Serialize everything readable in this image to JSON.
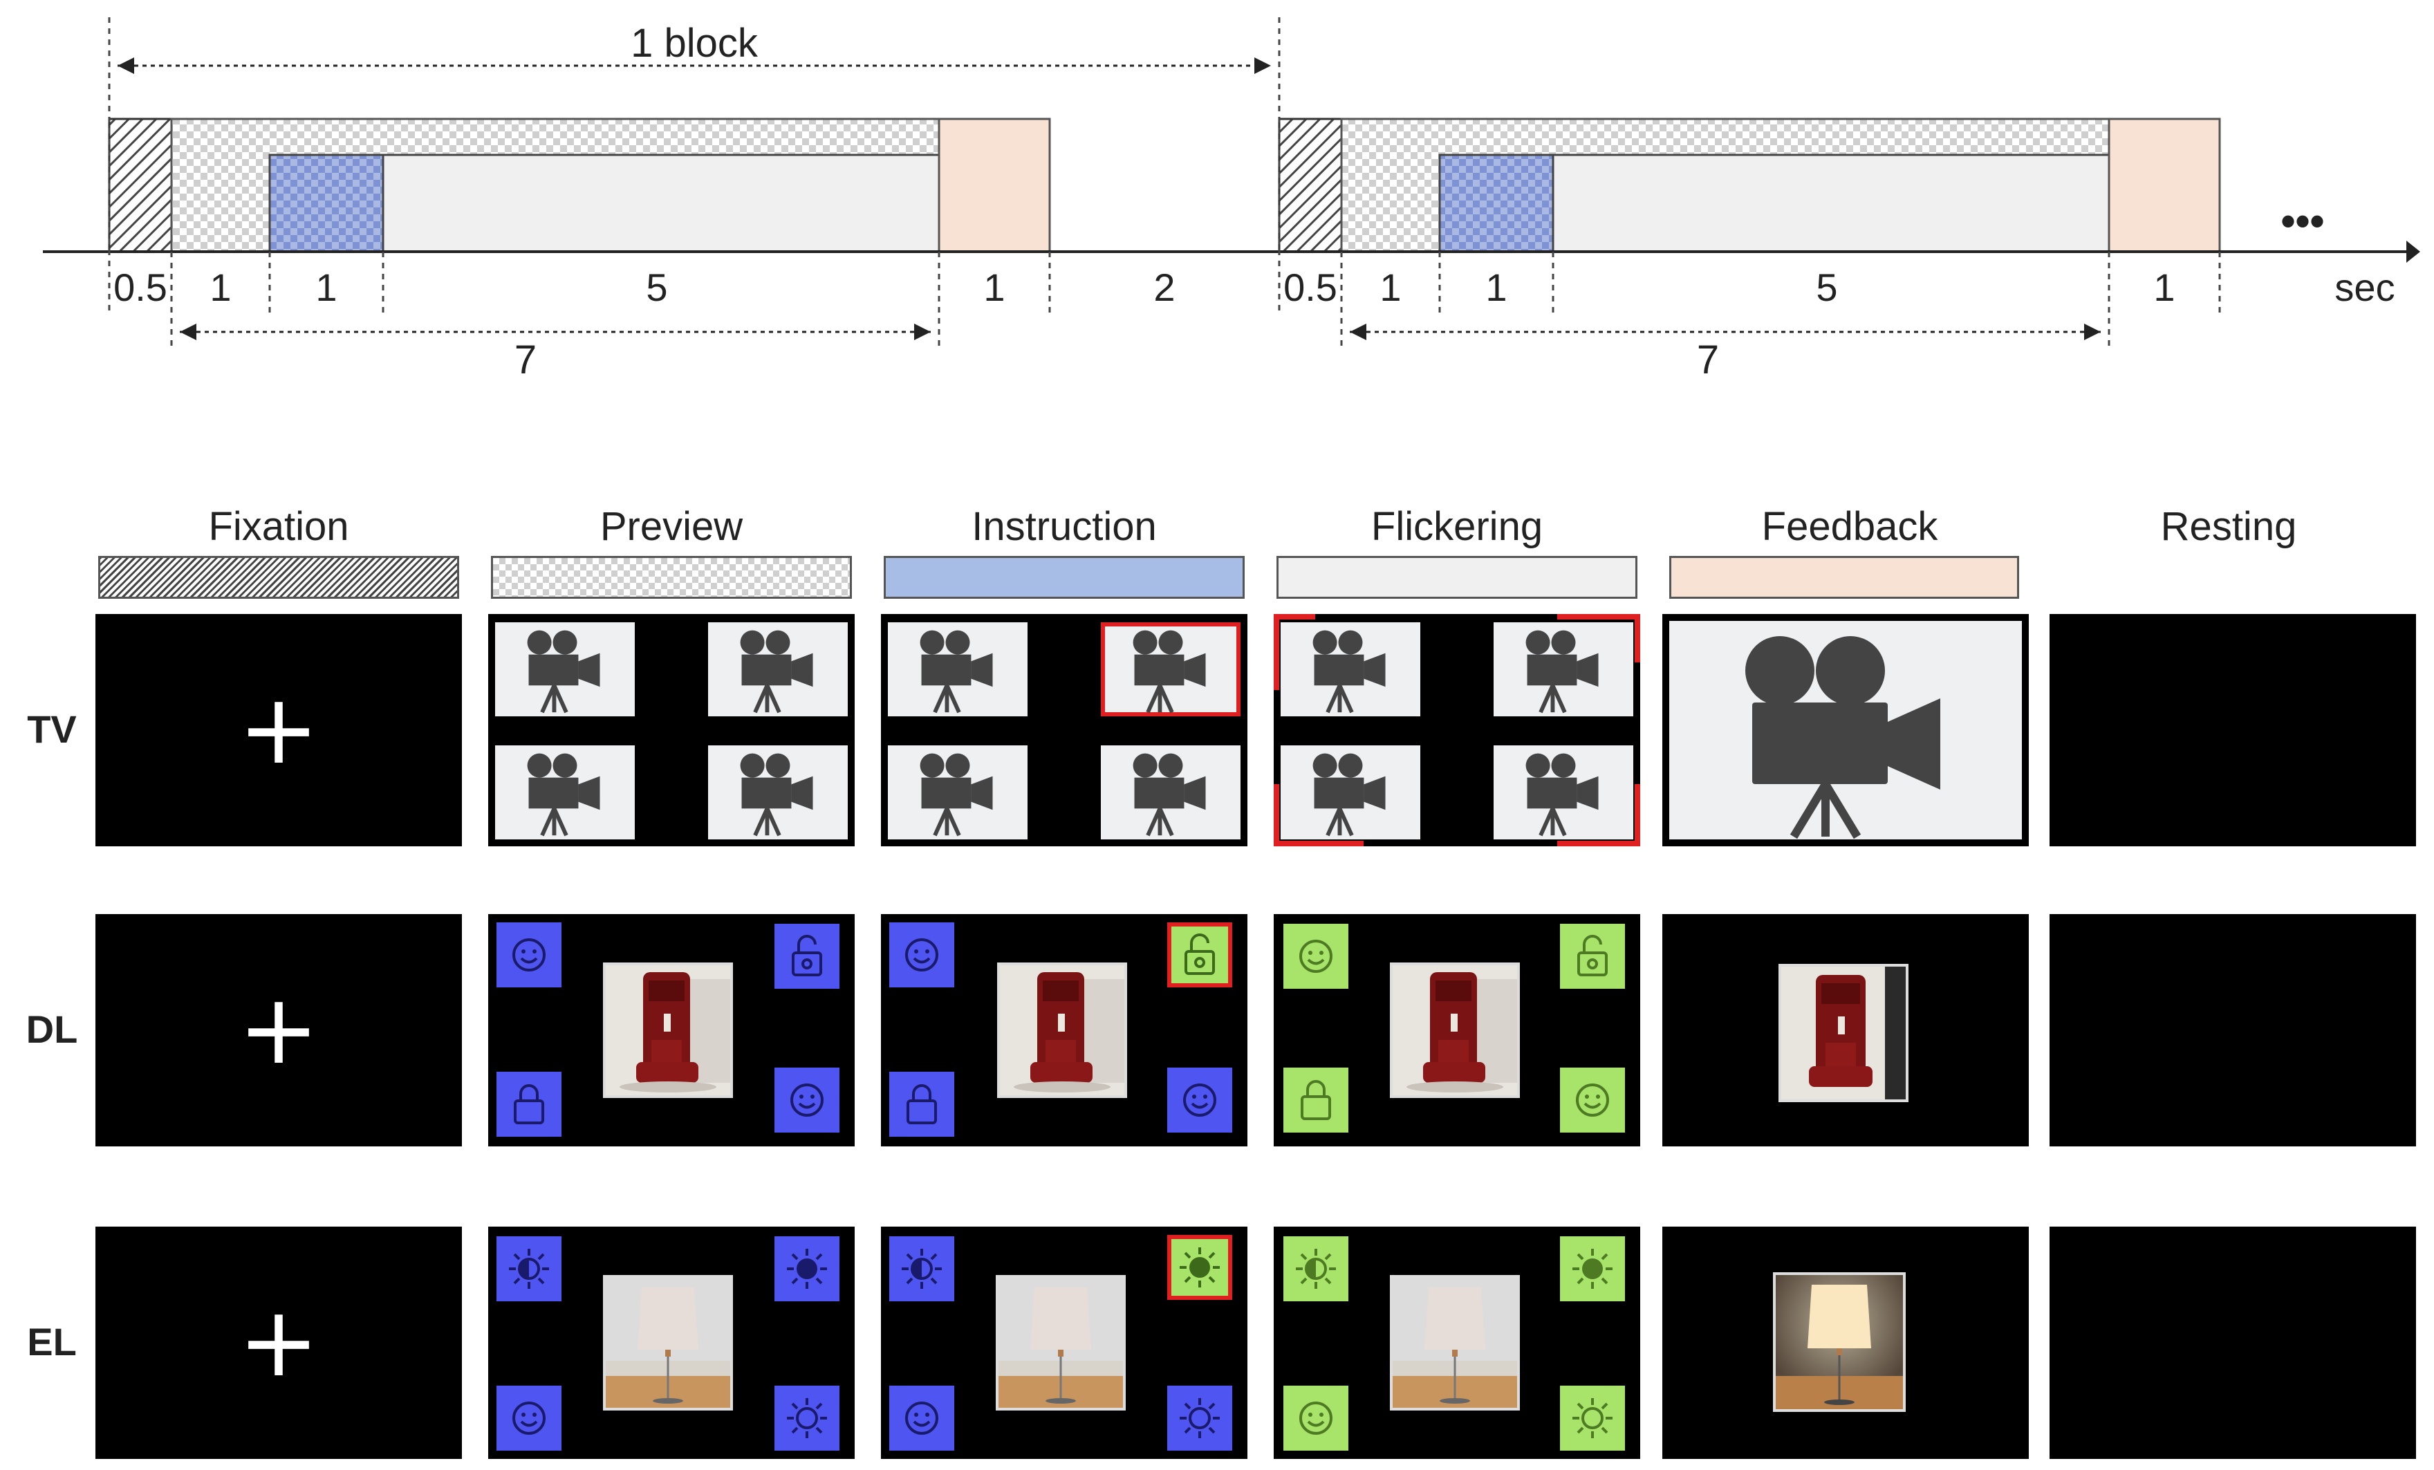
{
  "timeline": {
    "block_label": "1 block",
    "axis_unit": "sec",
    "ellipsis": "•••",
    "segments_block1": [
      "0.5",
      "1",
      "1",
      "5",
      "1",
      "2"
    ],
    "segments_block2": [
      "0.5",
      "1",
      "1",
      "5",
      "1"
    ],
    "span_label_1": "7",
    "span_label_2": "7"
  },
  "phases": [
    "Fixation",
    "Preview",
    "Instruction",
    "Flickering",
    "Feedback",
    "Resting"
  ],
  "rows": [
    "TV",
    "DL",
    "EL"
  ],
  "colors": {
    "instruction_bar": "#a8bde6",
    "flicker_bar": "#f0f0f0",
    "feedback_bar": "#f8e2d4",
    "icon_blue": "#4f55f0",
    "icon_green": "#a8e46a",
    "highlight_red": "#e02020"
  },
  "icons": {
    "tv": "movie-camera-icon",
    "dl_smile": "smiley-icon",
    "dl_unlock": "padlock-unlocked-icon",
    "dl_lock": "padlock-icon",
    "el_half": "half-brightness-icon",
    "el_bright": "sun-filled-icon",
    "el_sun": "sun-outline-icon",
    "el_smile": "smiley-icon"
  },
  "fixation_symbol": "+"
}
